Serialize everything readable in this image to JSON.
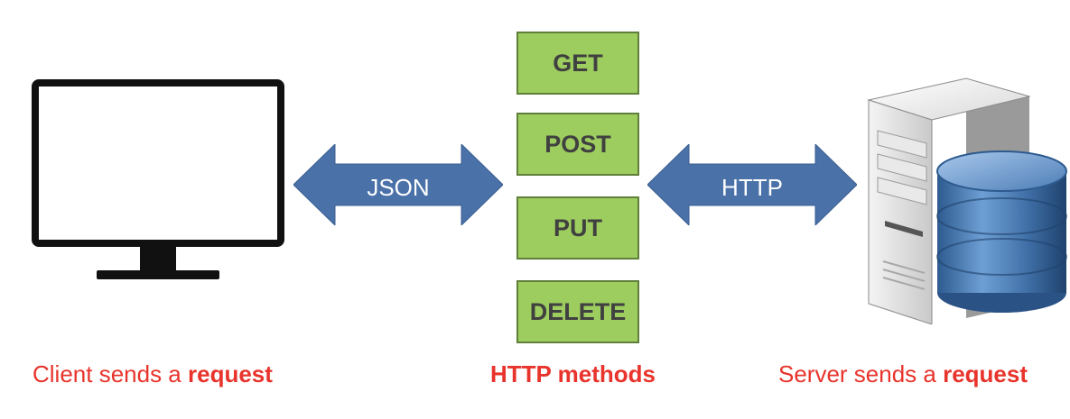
{
  "arrows": {
    "left_label": "JSON",
    "right_label": "HTTP"
  },
  "methods": [
    "GET",
    "POST",
    "PUT",
    "DELETE"
  ],
  "captions": {
    "client": {
      "text": "Client sends a ",
      "bold": "request"
    },
    "middle": {
      "bold": "HTTP methods"
    },
    "server": {
      "text": "Server sends a ",
      "bold": "request"
    }
  },
  "colors": {
    "method_fill": "#9dcd5f",
    "arrow_fill": "#4a71a8",
    "caption_red": "#e8342c"
  }
}
